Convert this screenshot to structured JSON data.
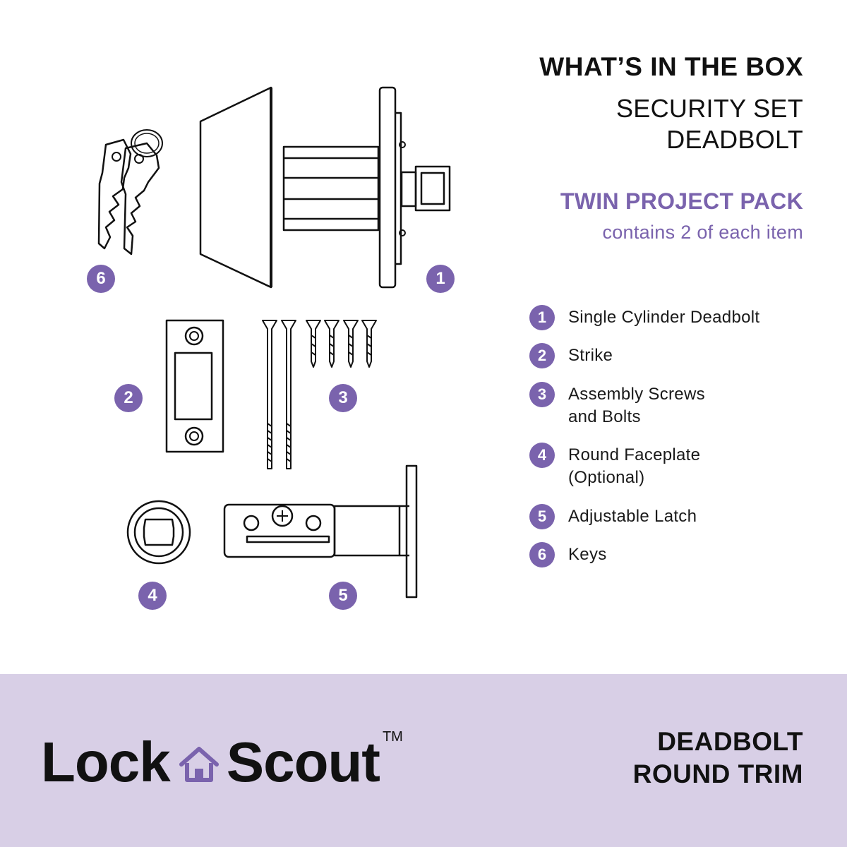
{
  "header": {
    "title": "WHAT’S IN THE BOX",
    "subtitle_line1": "SECURITY SET",
    "subtitle_line2": "DEADBOLT"
  },
  "pack": {
    "title": "TWIN PROJECT PACK",
    "subtitle": "contains 2 of each item"
  },
  "badges": {
    "b1": "1",
    "b2": "2",
    "b3": "3",
    "b4": "4",
    "b5": "5",
    "b6": "6"
  },
  "legend": [
    {
      "num": "1",
      "line1": "Single Cylinder Deadbolt",
      "line2": ""
    },
    {
      "num": "2",
      "line1": "Strike",
      "line2": ""
    },
    {
      "num": "3",
      "line1": "Assembly Screws",
      "line2": "and Bolts"
    },
    {
      "num": "4",
      "line1": "Round Faceplate",
      "line2": "(Optional)"
    },
    {
      "num": "5",
      "line1": "Adjustable Latch",
      "line2": ""
    },
    {
      "num": "6",
      "line1": "Keys",
      "line2": ""
    }
  ],
  "footer": {
    "brand_part1": "Lock",
    "brand_part2": "Scout",
    "trademark": "TM",
    "product_line1": "DEADBOLT",
    "product_line2": "ROUND TRIM"
  },
  "colors": {
    "accent": "#7a63ad",
    "footer_bg": "#d8cfe6",
    "text": "#111111"
  },
  "icons": {
    "logo": "house-icon"
  }
}
